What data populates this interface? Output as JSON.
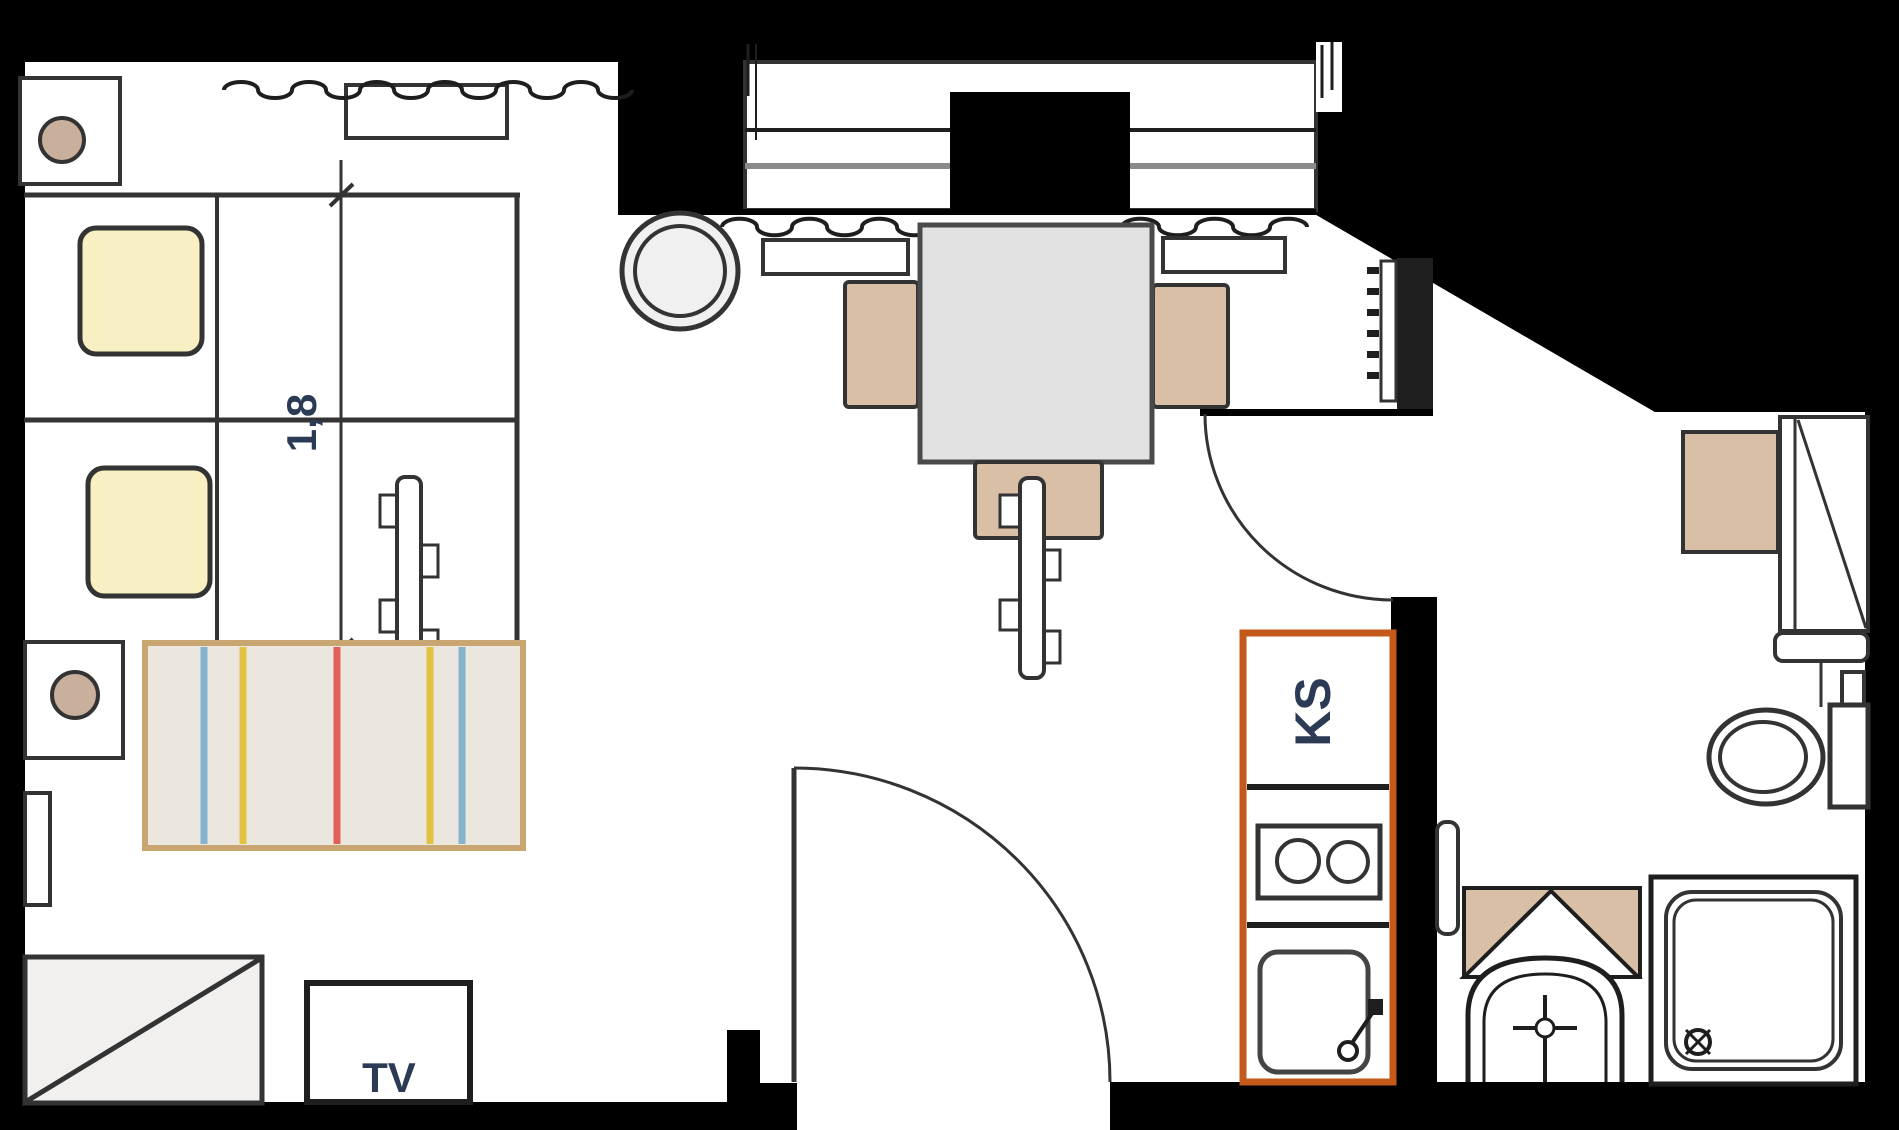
{
  "labels": {
    "fridge": "KS",
    "tv": "TV"
  },
  "dimension": {
    "value": "1,8"
  },
  "colors": {
    "wall": "#000000",
    "dark": "#1e1e1e",
    "line": "#333333",
    "white": "#ffffff",
    "navy": "#2b3a55",
    "tan": "#d8bfa6",
    "lamp": "#c9b09c",
    "pillow": "#f8f0c2",
    "table": "#e2e2e2",
    "stool": "#f0f0f0",
    "desk": "#f1f0ee",
    "rug": "#ece7de",
    "rugborder": "#c8a571",
    "stripeblue": "#85b2cd",
    "stripeyellow": "#e2c23e",
    "stripered": "#e25f5a",
    "orange": "#c45a1a",
    "glassline": "#8a8a8a"
  }
}
